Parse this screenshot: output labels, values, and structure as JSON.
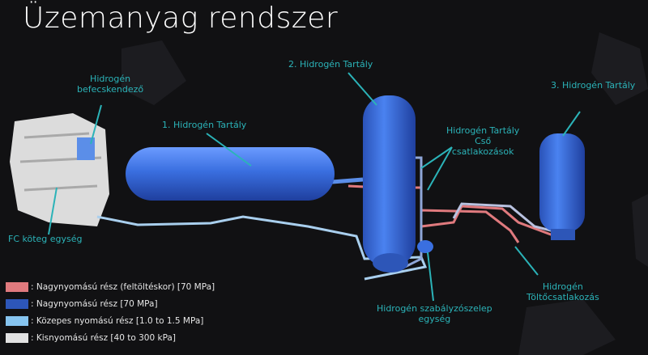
{
  "title": "Üzemanyag rendszer",
  "labels": {
    "injector": [
      "Hidrogén",
      "befecskendező"
    ],
    "tank1": "1. Hidrogén Tartály",
    "tank2": "2. Hidrogén Tartály",
    "tank3": "3. Hidrogén Tartály",
    "tank_pipe": [
      "Hidrogén Tartály",
      "Cső",
      "csatlakozások"
    ],
    "fc_stack": "FC köteg egység",
    "filler": [
      "Hidrogén",
      "Töltőcsatlakozás"
    ],
    "regulator": [
      "Hidrogén szabályzószelep",
      "egység"
    ]
  },
  "legend": [
    {
      "label": ": Nagynyomású rész (feltöltéskor) [70 MPa]",
      "color": "#e07a7e"
    },
    {
      "label": ": Nagynyomású rész [70 MPa]",
      "color": "#2d56b8"
    },
    {
      "label": ": Közepes nyomású rész [1.0 to 1.5 MPa]",
      "color": "#86c4ef"
    },
    {
      "label": ": Kisnyomású rész [40 to 300 kPa]",
      "color": "#e2e2e2"
    }
  ],
  "colors": {
    "label": "#2bb3b8",
    "tank": "#3a6fe0",
    "background": "#111113"
  }
}
